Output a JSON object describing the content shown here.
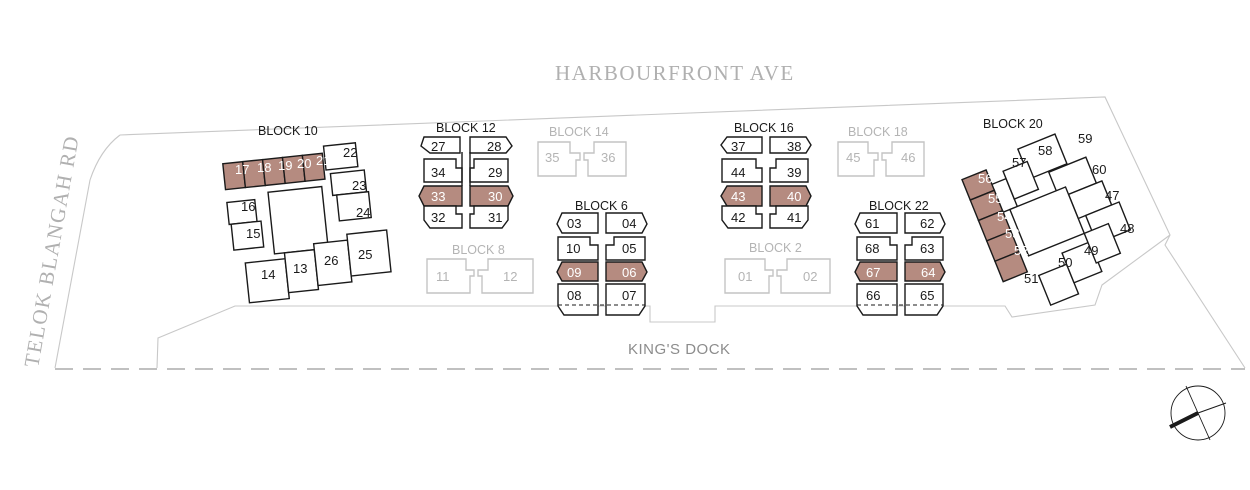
{
  "roads": {
    "top": "HARBOURFRONT AVE",
    "left": "TELOK BLANGAH RD",
    "bottom": "KING'S DOCK"
  },
  "compass": {
    "name": "north-arrow-icon"
  },
  "colors": {
    "highlight": "#b58b80",
    "line": "#1a1a1a",
    "muted": "#c4c4c4",
    "site": "#c8c8c8"
  },
  "blocks": {
    "b10": {
      "label": "BLOCK 10",
      "units": [
        "17",
        "18",
        "19",
        "20",
        "21",
        "22",
        "23",
        "24",
        "16",
        "15",
        "14",
        "13",
        "26",
        "25"
      ],
      "highlighted": [
        "17",
        "18",
        "19",
        "20",
        "21"
      ]
    },
    "b12": {
      "label": "BLOCK 12",
      "units": [
        "27",
        "28",
        "34",
        "29",
        "33",
        "30",
        "32",
        "31"
      ],
      "highlighted": [
        "33",
        "30"
      ]
    },
    "b14": {
      "label": "BLOCK 14",
      "units": [
        "35",
        "36"
      ],
      "highlighted": []
    },
    "b8": {
      "label": "BLOCK 8",
      "units": [
        "11",
        "12"
      ],
      "highlighted": []
    },
    "b6": {
      "label": "BLOCK 6",
      "units": [
        "03",
        "04",
        "10",
        "05",
        "09",
        "06",
        "08",
        "07"
      ],
      "highlighted": [
        "09",
        "06"
      ]
    },
    "b16": {
      "label": "BLOCK 16",
      "units": [
        "37",
        "38",
        "44",
        "39",
        "43",
        "40",
        "42",
        "41"
      ],
      "highlighted": [
        "43",
        "40"
      ]
    },
    "b18": {
      "label": "BLOCK 18",
      "units": [
        "45",
        "46"
      ],
      "highlighted": []
    },
    "b2": {
      "label": "BLOCK 2",
      "units": [
        "01",
        "02"
      ],
      "highlighted": []
    },
    "b22": {
      "label": "BLOCK 22",
      "units": [
        "61",
        "62",
        "68",
        "63",
        "67",
        "64",
        "66",
        "65"
      ],
      "highlighted": [
        "67",
        "64"
      ]
    },
    "b20": {
      "label": "BLOCK 20",
      "units": [
        "59",
        "57",
        "58",
        "60",
        "47",
        "48",
        "56",
        "55",
        "54",
        "53",
        "52",
        "51",
        "50",
        "49"
      ],
      "highlighted": [
        "56",
        "55",
        "54",
        "53",
        "52"
      ]
    }
  }
}
